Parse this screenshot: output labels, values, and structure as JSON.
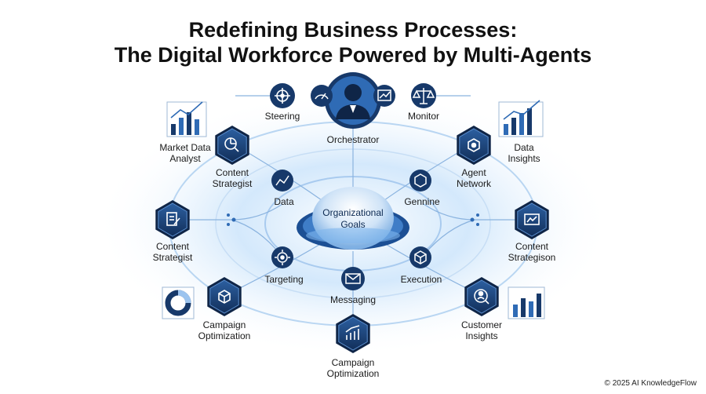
{
  "title": {
    "line1": "Redefining Business Processes:",
    "line2": "The Digital Workforce Powered by Multi-Agents"
  },
  "center": {
    "line1": "Organizational",
    "line2": "Goals"
  },
  "orchestrator": {
    "label": "Orchestrator"
  },
  "top_small": {
    "steering": "Steering",
    "monitor": "Monitor"
  },
  "nodes": {
    "market_data_analyst": {
      "line1": "Market Data",
      "line2": "Analyst"
    },
    "content_strategist_upper": {
      "line1": "Content",
      "line2": "Strategist"
    },
    "data_insights": {
      "line1": "Data",
      "line2": "Insights"
    },
    "agent_network": {
      "line1": "Agent",
      "line2": "Network"
    },
    "data": {
      "line1": "Data"
    },
    "gennine": {
      "line1": "Gennine"
    },
    "content_strategist_left": {
      "line1": "Content",
      "line2": "Strategist"
    },
    "content_strategison": {
      "line1": "Content",
      "line2": "Strategison"
    },
    "targeting": {
      "line1": "Targeting"
    },
    "execution": {
      "line1": "Execution"
    },
    "messaging": {
      "line1": "Messaging"
    },
    "campaign_optimization_left": {
      "line1": "Campaign",
      "line2": "Optimization"
    },
    "customer_insights": {
      "line1": "Customer",
      "line2": "Insights"
    },
    "campaign_optimization_bottom": {
      "line1": "Campaign",
      "line2": "Optimization"
    }
  },
  "colors": {
    "hex_dark": "#17396a",
    "hex_mid": "#2f6bb5",
    "ring": "#b9d6f2",
    "center_glow": "#cfe6fb"
  },
  "icons": {
    "orchestrator": "person-icon",
    "steering": "helm-icon",
    "monitor": "scale-icon"
  },
  "footer": {
    "copyright": "© 2025 AI KnowledgeFlow"
  }
}
